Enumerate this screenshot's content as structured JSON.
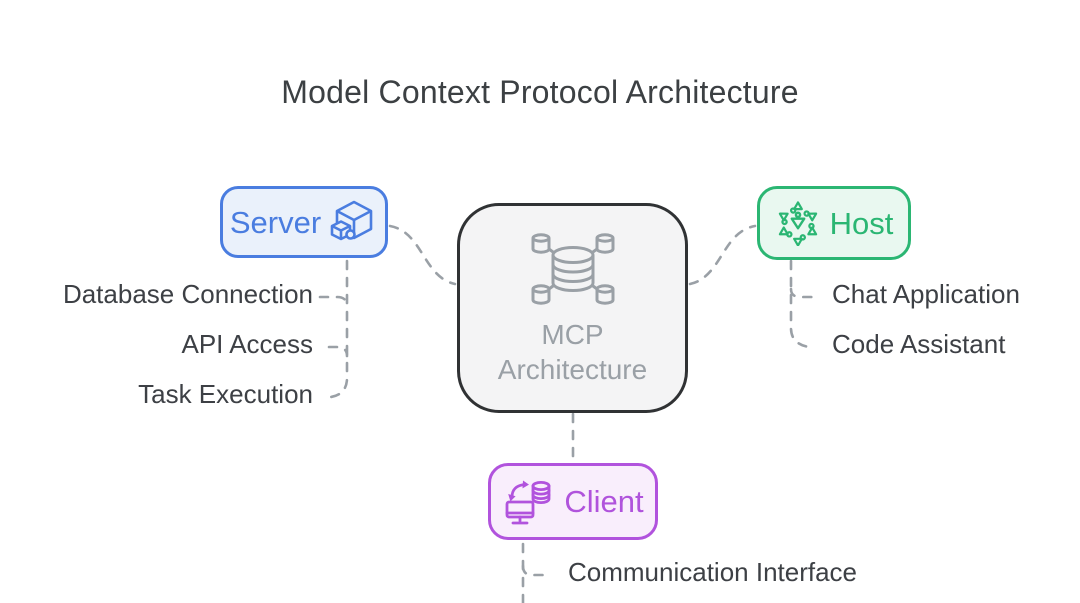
{
  "title": "Model Context Protocol Architecture",
  "center": {
    "line1": "MCP",
    "line2": "Architecture",
    "icon": "database-network-icon"
  },
  "nodes": {
    "server": {
      "label": "Server",
      "icon": "package-cube-icon"
    },
    "host": {
      "label": "Host",
      "icon": "network-cluster-icon"
    },
    "client": {
      "label": "Client",
      "icon": "monitor-database-sync-icon"
    }
  },
  "server_items": [
    "Database Connection",
    "API Access",
    "Task Execution"
  ],
  "host_items": [
    "Chat Application",
    "Code Assistant"
  ],
  "client_items": [
    "Communication Interface"
  ],
  "colors": {
    "server_accent": "#4a7de0",
    "server_fill": "#eaf1fb",
    "host_accent": "#2bb673",
    "host_fill": "#e9f8f0",
    "client_accent": "#b153dd",
    "client_fill": "#f9eefc",
    "center_border": "#303234",
    "center_fill": "#f4f4f5",
    "center_text": "#9aa0a6",
    "label_text": "#3d4045",
    "title_text": "#3c4043",
    "connector": "#9aa0a6"
  }
}
